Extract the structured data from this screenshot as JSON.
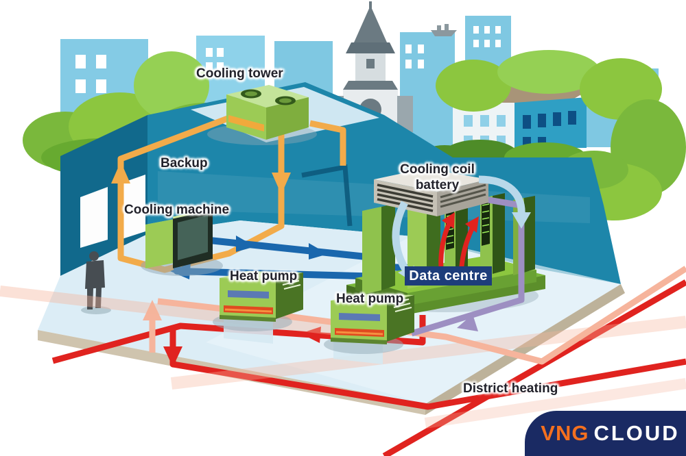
{
  "labels": {
    "cooling_tower": "Cooling tower",
    "backup": "Backup",
    "cooling_machine": "Cooling machine",
    "cooling_coil_battery_line1": "Cooling coil",
    "cooling_coil_battery_line2": "battery",
    "heat_pump_left": "Heat pump",
    "heat_pump_right": "Heat pump",
    "data_centre": "Data centre",
    "district_heating": "District heating"
  },
  "logo": {
    "brand": "VNG",
    "product": "CLOUD",
    "background": "#1a2a63",
    "brand_color": "#f4701f",
    "product_color": "#ffffff"
  },
  "colors": {
    "water": "#1d86aa",
    "wall": "#11698c",
    "floor": "#dcedf6",
    "floor_edge": "#c9bda6",
    "pipe_backup_orange": "#f2ab4a",
    "pipe_cooling_blue": "#1a67ad",
    "pipe_datacentre_purple": "#9d8fc2",
    "pipe_district_heating_red": "#e0231f",
    "pipe_return_salmon": "#f6b49c",
    "equipment_green": "#9ccb55",
    "building_blue": "#85cce6",
    "tree_green": "#8cc63f",
    "label_box_blue": "#1d3d7a",
    "air_arrow_blue": "#b8d8ea",
    "heat_arrow_red": "#e0231f"
  }
}
